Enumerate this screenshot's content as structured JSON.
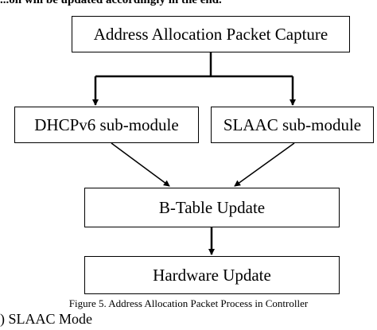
{
  "top_text": "...on will be updated accordingly in the end.",
  "nodes": {
    "capture": "Address Allocation Packet Capture",
    "dhcpv6": "DHCPv6 sub-module",
    "slaac": "SLAAC sub-module",
    "btable": "B-Table Update",
    "hardware": "Hardware Update"
  },
  "edges": [
    {
      "from": "capture",
      "to": "dhcpv6"
    },
    {
      "from": "capture",
      "to": "slaac"
    },
    {
      "from": "dhcpv6",
      "to": "btable"
    },
    {
      "from": "slaac",
      "to": "btable"
    },
    {
      "from": "btable",
      "to": "hardware"
    }
  ],
  "caption": "Figure 5. Address Allocation Packet Process in Controller",
  "section_heading": ") SLAAC Mode"
}
